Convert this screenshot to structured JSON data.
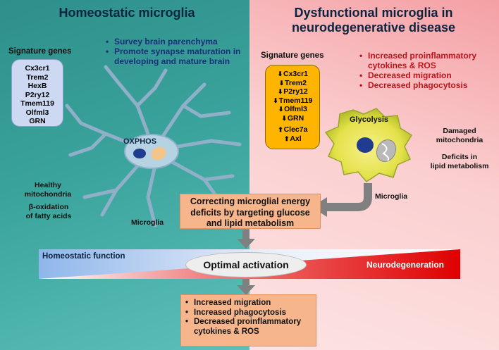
{
  "left": {
    "title": "Homeostatic microglia",
    "signature_title": "Signature genes",
    "genes": [
      "Cx3cr1",
      "Trem2",
      "HexB",
      "P2ry12",
      "Tmem119",
      "Olfml3",
      "GRN"
    ],
    "bullets": [
      "Survey brain parenchyma",
      "Promote synapse maturation in developing and mature brain"
    ],
    "oxphos": "OXPHOS",
    "healthy": [
      "Healthy",
      "mitochondria"
    ],
    "beta": [
      "β-oxidation",
      "of fatty acids"
    ],
    "microglia": "Microglia",
    "colors": {
      "bullet_text": "#1a2f7a",
      "genes_box": "#cdd8f2"
    }
  },
  "right": {
    "title_lines": [
      "Dysfunctional microglia in",
      "neurodegenerative disease"
    ],
    "signature_title": "Signature genes",
    "genes_down": [
      "Cx3cr1",
      "Trem2",
      "P2ry12",
      "Tmem119",
      "Olfml3",
      "GRN"
    ],
    "genes_up": [
      "Clec7a",
      "Axl"
    ],
    "arrow_down": "⬇",
    "arrow_up": "⬆",
    "bullets": [
      "Increased proinflammatory cytokines & ROS",
      "Decreased migration",
      "Decreased phagocytosis"
    ],
    "glycolysis": "Glycolysis",
    "damaged": [
      "Damaged",
      "mitochondria"
    ],
    "deficits": [
      "Deficits in",
      "lipid metabolism"
    ],
    "microglia": "Microglia",
    "colors": {
      "bullet_text": "#c0141c",
      "genes_box": "#ffb400"
    }
  },
  "center_box": [
    "Correcting microglial energy",
    "deficits by targeting glucose",
    "and lipid metabolism"
  ],
  "bar": {
    "left_label": "Homeostatic function",
    "center_label": "Optimal activation",
    "right_label": "Neurodegeneration"
  },
  "bottom_box": [
    "Increased migration",
    "Increased phagocytosis",
    "Decreased proinflammatory cytokines & ROS"
  ]
}
